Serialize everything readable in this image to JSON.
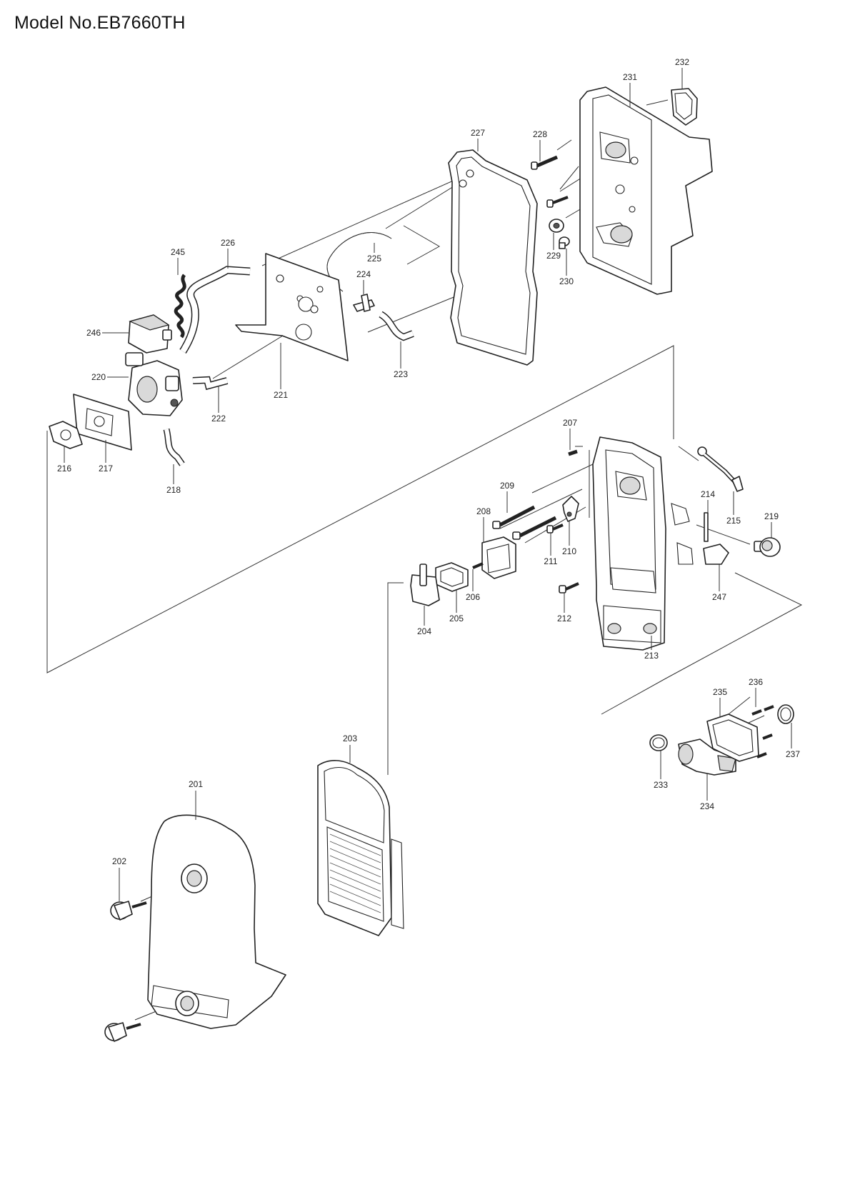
{
  "title": "Model No.EB7660TH",
  "part_labels": {
    "p201": "201",
    "p202": "202",
    "p203": "203",
    "p204": "204",
    "p205": "205",
    "p206": "206",
    "p207": "207",
    "p208": "208",
    "p209": "209",
    "p210": "210",
    "p211": "211",
    "p212": "212",
    "p213": "213",
    "p214": "214",
    "p215": "215",
    "p216": "216",
    "p217": "217",
    "p218": "218",
    "p219": "219",
    "p220": "220",
    "p221": "221",
    "p222": "222",
    "p223": "223",
    "p224": "224",
    "p225": "225",
    "p226": "226",
    "p227": "227",
    "p228": "228",
    "p229": "229",
    "p230": "230",
    "p231": "231",
    "p232": "232",
    "p233": "233",
    "p234": "234",
    "p235": "235",
    "p236": "236",
    "p237": "237",
    "p245": "245",
    "p246": "246",
    "p247": "247"
  }
}
